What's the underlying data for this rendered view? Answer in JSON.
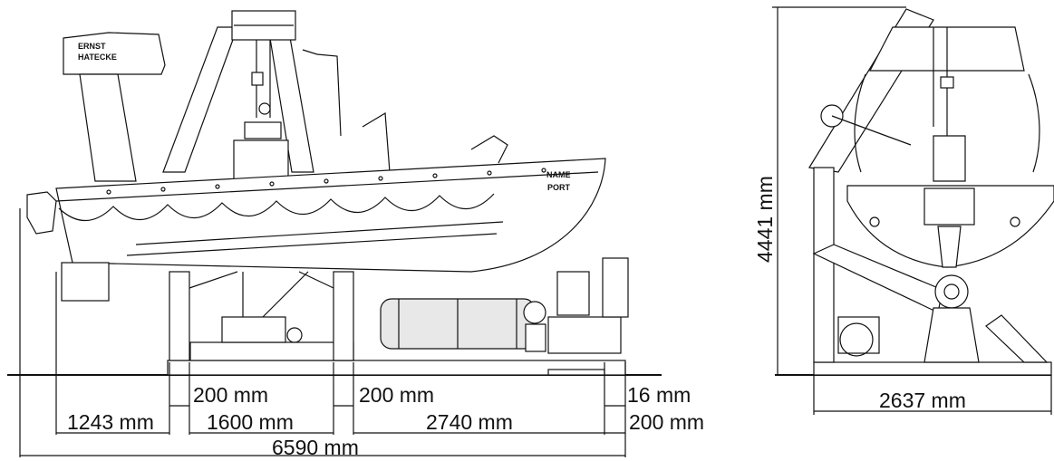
{
  "side_view": {
    "boat_brand_line1": "ERNST",
    "boat_brand_line2": "HATECKE",
    "boat_name": "NAME",
    "boat_port": "PORT",
    "dimensions": {
      "offset_left_top": "200 mm",
      "offset_mid_top": "200 mm",
      "offset_right_top": "16 mm",
      "overhang": "1243 mm",
      "support_span": "1600 mm",
      "cradle_span": "2740 mm",
      "offset_right_bottom": "200 mm",
      "overall_length": "6590 mm"
    }
  },
  "end_view": {
    "dimensions": {
      "height": "4441 mm",
      "width": "2637 mm"
    }
  }
}
